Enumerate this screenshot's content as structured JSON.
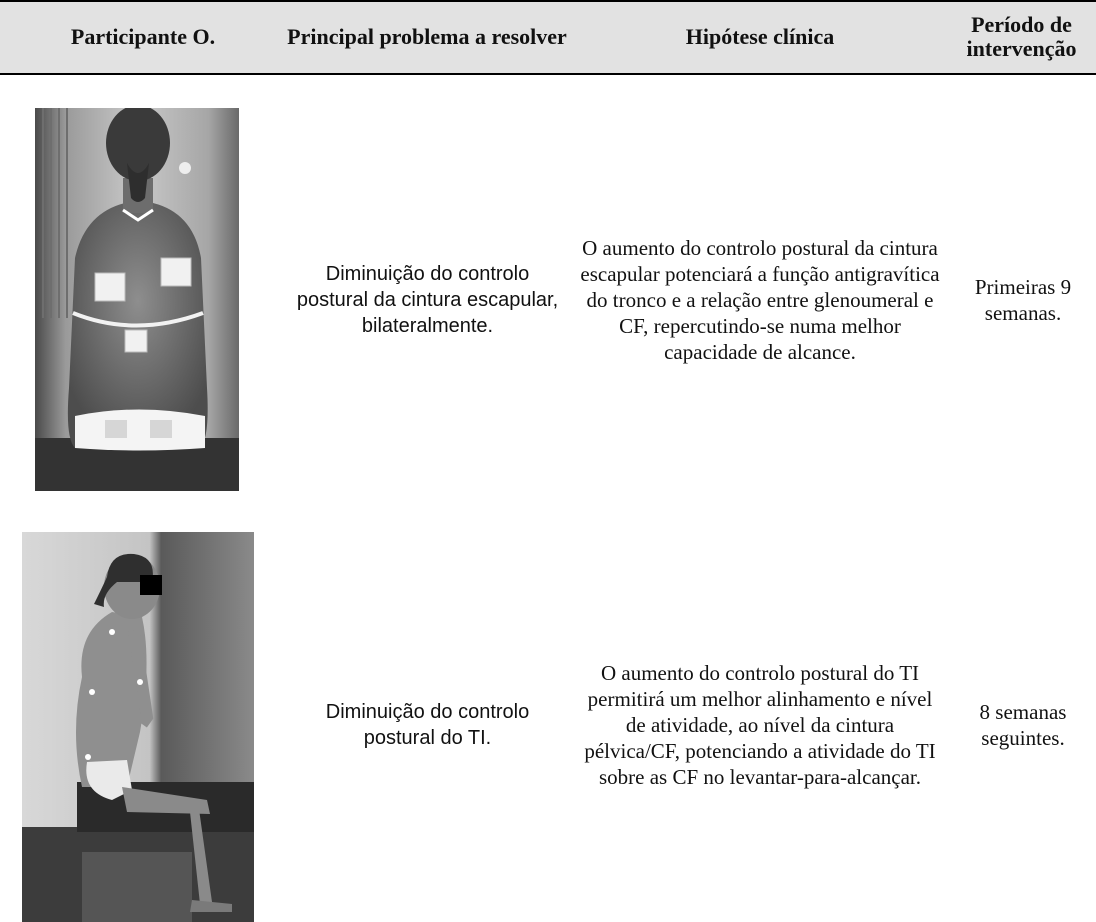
{
  "table": {
    "headers": {
      "participant": "Participante O.",
      "problem": "Principal problema a resolver",
      "hypothesis": "Hipótese clínica",
      "period": "Período de intervenção"
    },
    "rows": [
      {
        "photo": "photo-back-view",
        "problem": "Diminuição do controlo postural da cintura escapular, bilateralmente.",
        "hypothesis": "O aumento do controlo postural da cintura escapular potenciará a função antigravítica do tronco e a relação entre glenoumeral e CF, repercutindo-se numa melhor capacidade de alcance.",
        "period": "Primeiras 9 semanas."
      },
      {
        "photo": "photo-side-view",
        "problem": "Diminuição do controlo postural do TI.",
        "hypothesis": "O aumento do controlo postural do TI permitirá um melhor alinhamento e nível de atividade, ao nível da cintura pélvica/CF, potenciando a atividade do TI sobre as CF no levantar-para-alcançar.",
        "period": "8 semanas seguintes."
      }
    ]
  }
}
